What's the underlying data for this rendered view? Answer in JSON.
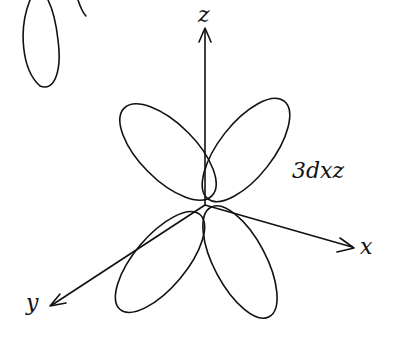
{
  "diagram": {
    "labels": [
      "z",
      "x",
      "y",
      "3dxz"
    ]
  }
}
